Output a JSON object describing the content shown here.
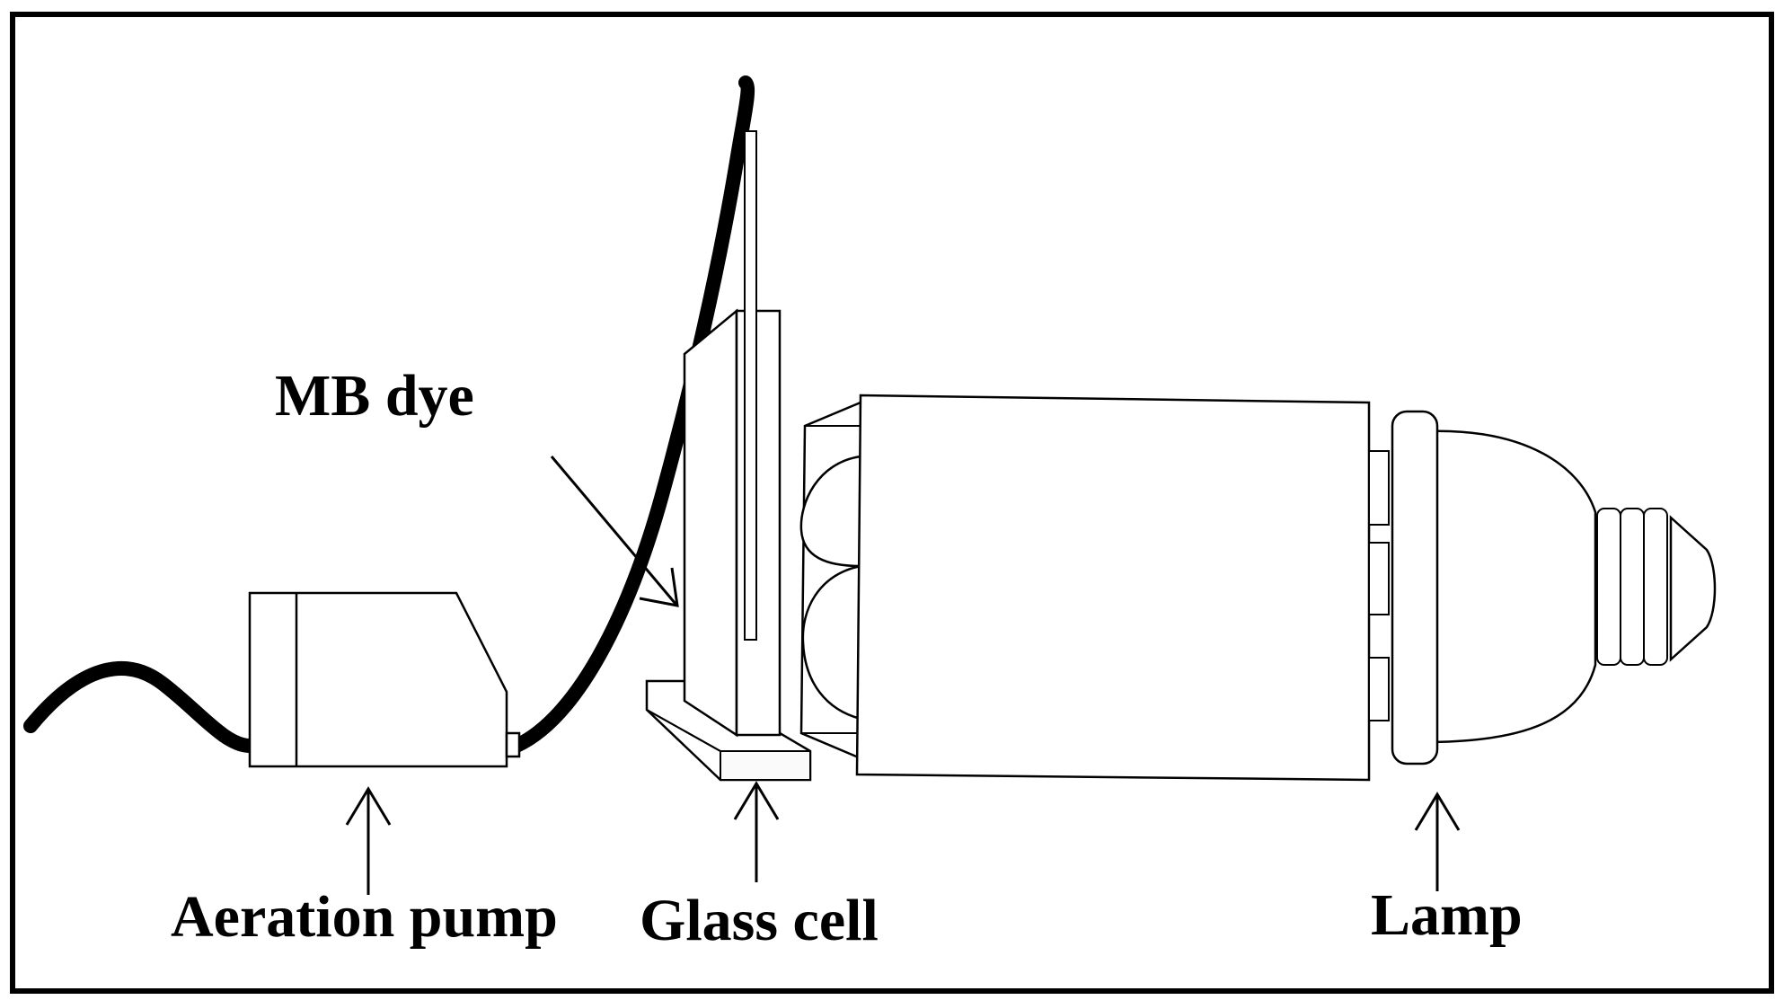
{
  "labels": {
    "mb_dye": "MB dye",
    "aeration_pump": "Aeration pump",
    "glass_cell": "Glass cell",
    "lamp": "Lamp"
  },
  "colors": {
    "stroke": "#000000",
    "background": "#ffffff",
    "fill": "#ffffff"
  }
}
